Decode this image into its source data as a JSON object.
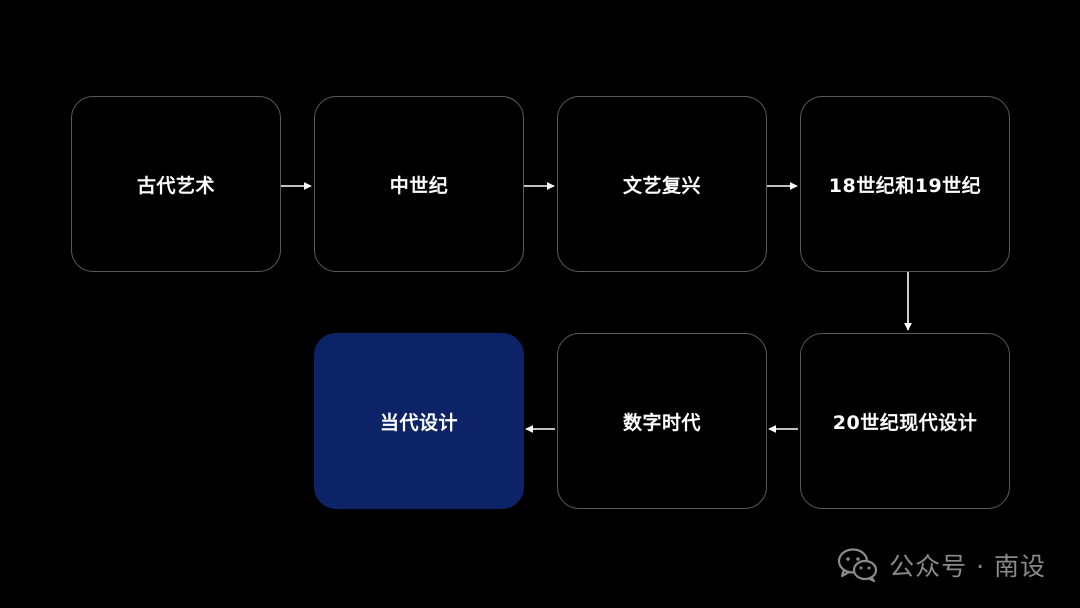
{
  "steps": [
    {
      "label": "古代艺术"
    },
    {
      "label": "中世纪"
    },
    {
      "label": "文艺复兴"
    },
    {
      "label": "18世纪和19世纪"
    },
    {
      "label": "20世纪现代设计"
    },
    {
      "label": "数字时代"
    },
    {
      "label": "当代设计"
    }
  ],
  "watermark": {
    "icon": "wechat-icon",
    "text": "公众号 · 南设"
  },
  "colors": {
    "background": "#000000",
    "node_border": "#5a5a5a",
    "highlight": "#0d2367",
    "text": "#ffffff",
    "watermark": "#8a8a8a"
  }
}
